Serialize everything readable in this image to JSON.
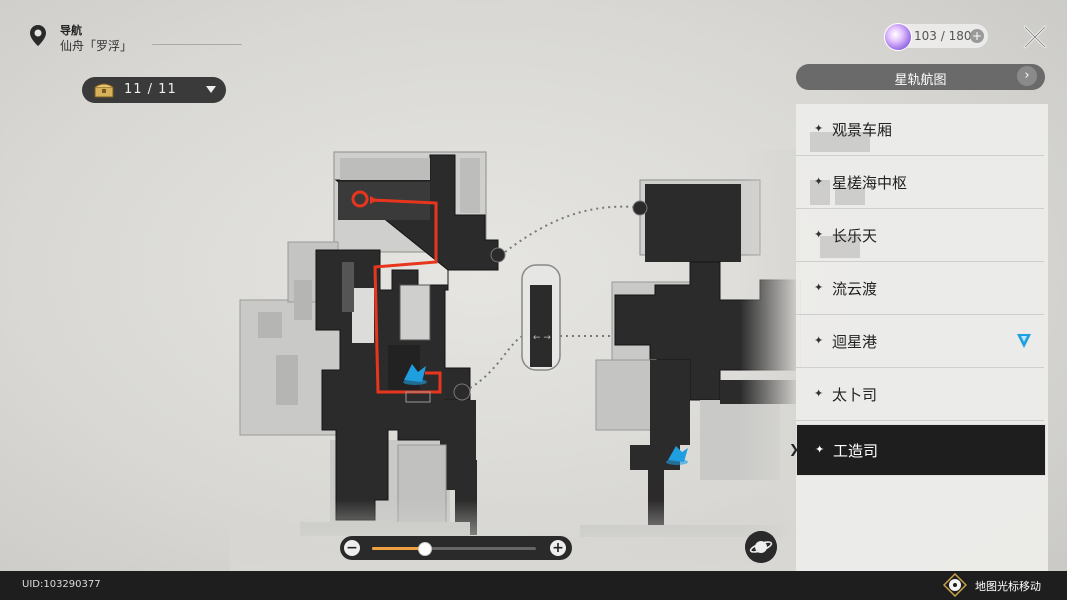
{
  "header": {
    "title": "导航",
    "subtitle": "仙舟「罗浮」"
  },
  "chest": {
    "count": "11 / 11"
  },
  "stamina": {
    "value": "103 / 180"
  },
  "panel": {
    "starrail_label": "星轨航图",
    "locations": [
      {
        "name": "观景车厢",
        "active": false
      },
      {
        "name": "星槎海中枢",
        "active": false
      },
      {
        "name": "长乐天",
        "active": false
      },
      {
        "name": "流云渡",
        "active": false
      },
      {
        "name": "迴星港",
        "active": false,
        "marker": true
      },
      {
        "name": "太卜司",
        "active": false
      },
      {
        "name": "工造司",
        "active": true
      }
    ]
  },
  "zoom": {
    "level": 0.32
  },
  "footer": {
    "uid": "UID:103290377",
    "hint": "地图光标移动"
  },
  "colors": {
    "route": "#e8361e",
    "accent_blue": "#1f9ee0",
    "zoom_fill": "#f0a040"
  }
}
